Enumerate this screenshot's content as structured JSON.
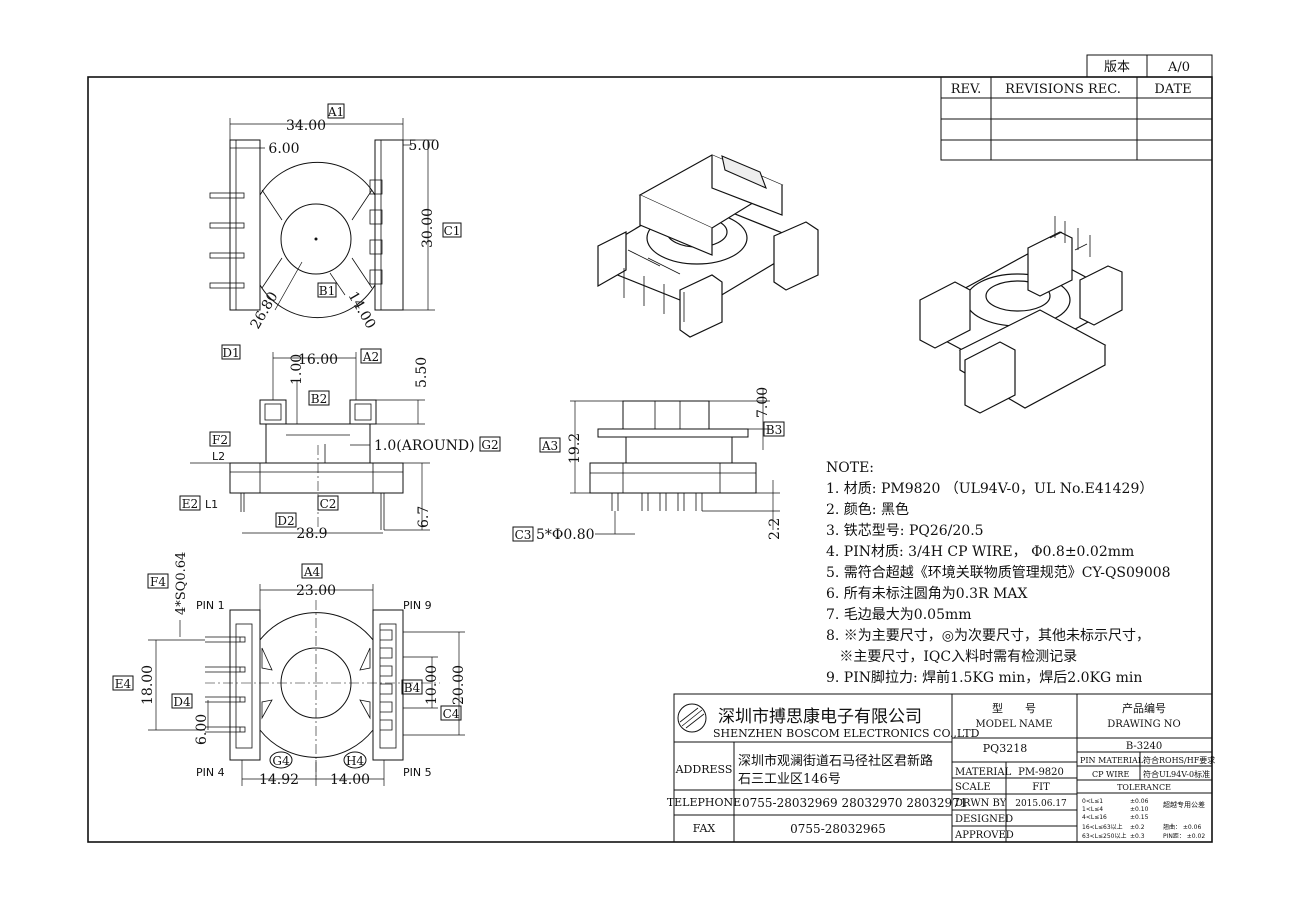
{
  "version_table": {
    "label": "版本",
    "value": "A/0"
  },
  "revisions": {
    "headers": [
      "REV.",
      "REVISIONS REC.",
      "DATE"
    ]
  },
  "dimensions": {
    "top_view": {
      "width": "34.00",
      "left_inset": "6.00",
      "right_inset": "5.00",
      "height": "30.00",
      "outer_diameter": "26.80",
      "inner_diameter": "14.00",
      "tag_width": "A1",
      "tag_height": "C1",
      "tag_inner": "B1",
      "tag_outer": "D1"
    },
    "front_view": {
      "diameter": "16.00",
      "flange_height": "5.50",
      "flange_gap": "1.00",
      "around": "1.0(AROUND)",
      "pin_span": "28.9",
      "pin_length": "6.7",
      "tag_a2": "A2",
      "tag_b2": "B2",
      "tag_c2": "C2",
      "tag_d2": "D2",
      "tag_e2": "E2",
      "tag_f2": "F2",
      "tag_g2": "G2",
      "l1": "L1",
      "l2": "L2"
    },
    "side_view": {
      "height": "19.2",
      "top": "7.00",
      "pin_len": "2.2",
      "pins": "5*Φ0.80",
      "tag_a3": "A3",
      "tag_b3": "B3",
      "tag_c3": "C3"
    },
    "bottom_view": {
      "width": "23.00",
      "pin_sq": "4*SQ0.64",
      "span18": "18.00",
      "pitch6": "6.00",
      "span10": "10.00",
      "span20": "20.00",
      "left_x": "14.92",
      "right_x": "14.00",
      "pin1": "PIN 1",
      "pin4": "PIN 4",
      "pin5": "PIN 5",
      "pin9": "PIN 9",
      "tag_a4": "A4",
      "tag_b4": "B4",
      "tag_c4": "C4",
      "tag_d4": "D4",
      "tag_e4": "E4",
      "tag_f4": "F4",
      "tag_g4": "G4",
      "tag_h4": "H4"
    }
  },
  "notes": {
    "title": "NOTE:",
    "items": [
      "1. 材质: PM9820 （UL94V-0，UL No.E41429）",
      "2. 颜色: 黑色",
      "3. 铁芯型号: PQ26/20.5",
      "4. PIN材质: 3/4H CP WIRE， Φ0.8±0.02mm",
      "5. 需符合超越《环境关联物质管理规范》CY-QS09008",
      "6. 所有未标注圆角为0.3R MAX",
      "7. 毛边最大为0.05mm",
      "8. ※为主要尺寸，◎为次要尺寸，其他未标示尺寸，",
      "   ※主要尺寸，IQC入料时需有检测记录",
      "9. PIN脚拉力: 焊前1.5KG min，焊后2.0KG min"
    ]
  },
  "title_block": {
    "company_cn": "深圳市搏思康电子有限公司",
    "company_en": "SHENZHEN BOSCOM ELECTRONICS CO.,LTD",
    "address_label": "ADDRESS",
    "address_1": "深圳市观澜街道石马径社区君新路",
    "address_2": "石三工业区146号",
    "telephone_label": "TELEPHONE",
    "telephone": "0755-28032969 28032970 28032971",
    "fax_label": "FAX",
    "fax": "0755-28032965",
    "model_cn": "型　　号",
    "model_en": "MODEL NAME",
    "model": "PQ3218",
    "drawing_cn": "产品编号",
    "drawing_en": "DRAWING NO",
    "drawing_no": "B-3240",
    "material_label": "MATERIAL",
    "material": "PM-9820",
    "scale_label": "SCALE",
    "scale": "FIT",
    "drawn_label": "DRWN BY",
    "drawn_date": "2015.06.17",
    "designed_label": "DESIGNED",
    "approved_label": "APPROVED",
    "pin_material_label": "PIN MATERIAL:",
    "pin_material": "CP WIRE",
    "rohs": "符合ROHS/HF要求",
    "ul": "符合UL94V-0标准",
    "tolerance_label": "TOLERANCE",
    "tol_rows": [
      "0<L≤1",
      "1<L≤4",
      "4<L≤16",
      "16<L≤63以上",
      "63<L≤250以上"
    ],
    "tol_vals": [
      "±0.06",
      "±0.10",
      "±0.15",
      "±0.2",
      "±0.3"
    ],
    "tol_note": "超越专用公差",
    "flatness": "翘曲： ±0.06",
    "pinhole": "PIN距： ±0.02"
  }
}
